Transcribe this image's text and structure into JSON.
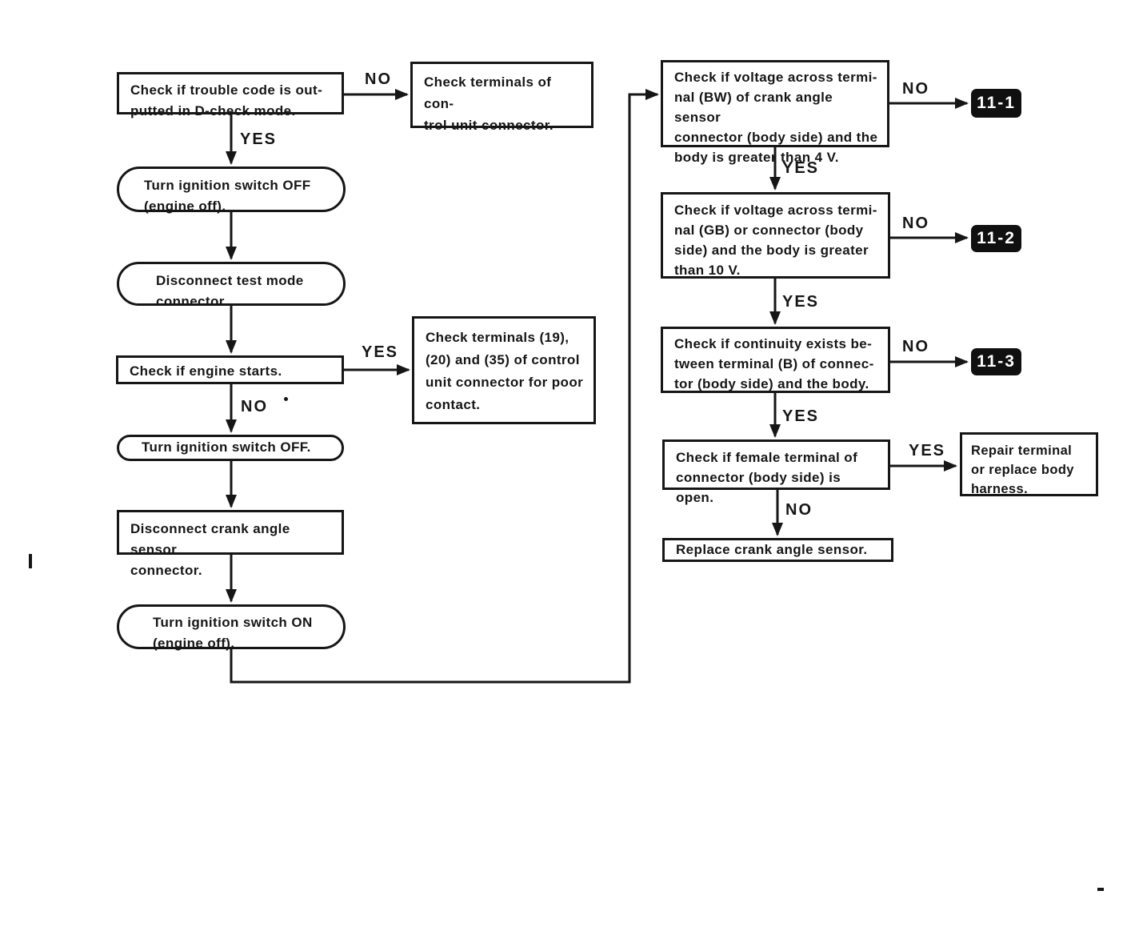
{
  "labels": {
    "yes": "YES",
    "no": "NO"
  },
  "nodes": {
    "check_trouble_code": "Check if trouble code is out-\nputted in D-check mode.",
    "check_terminals_control_unit": "Check terminals of con-\ntrol unit connector.",
    "turn_ignition_off_engine_off": "Turn ignition switch OFF\n(engine off).",
    "disconnect_test_mode_connector": "Disconnect test mode\nconnector.",
    "check_engine_starts": "Check if engine starts.",
    "check_terminals_19_20_35": "Check terminals (19),\n(20) and (35) of control\nunit connector for poor\ncontact.",
    "turn_ignition_off": "Turn ignition switch OFF.",
    "disconnect_crank_angle_sensor": "Disconnect crank angle sensor\nconnector.",
    "turn_ignition_on_engine_off": "Turn ignition switch ON\n(engine off).",
    "check_voltage_bw": "Check if voltage across termi-\nnal (BW) of crank angle sensor\nconnector (body side) and the\nbody is greater than 4 V.",
    "check_voltage_gb": "Check if voltage across termi-\nnal (GB) or connector (body\nside) and the body is greater\nthan 10 V.",
    "check_continuity_b": "Check if continuity exists be-\ntween terminal (B) of connec-\ntor (body side) and the body.",
    "check_female_terminal": "Check if female terminal of\nconnector (body side) is open.",
    "replace_crank_angle_sensor": "Replace crank angle sensor.",
    "repair_terminal": "Repair terminal\nor replace body\nharness."
  },
  "badges": {
    "ref_11_1": "11-1",
    "ref_11_2": "11-2",
    "ref_11_3": "11-3"
  }
}
